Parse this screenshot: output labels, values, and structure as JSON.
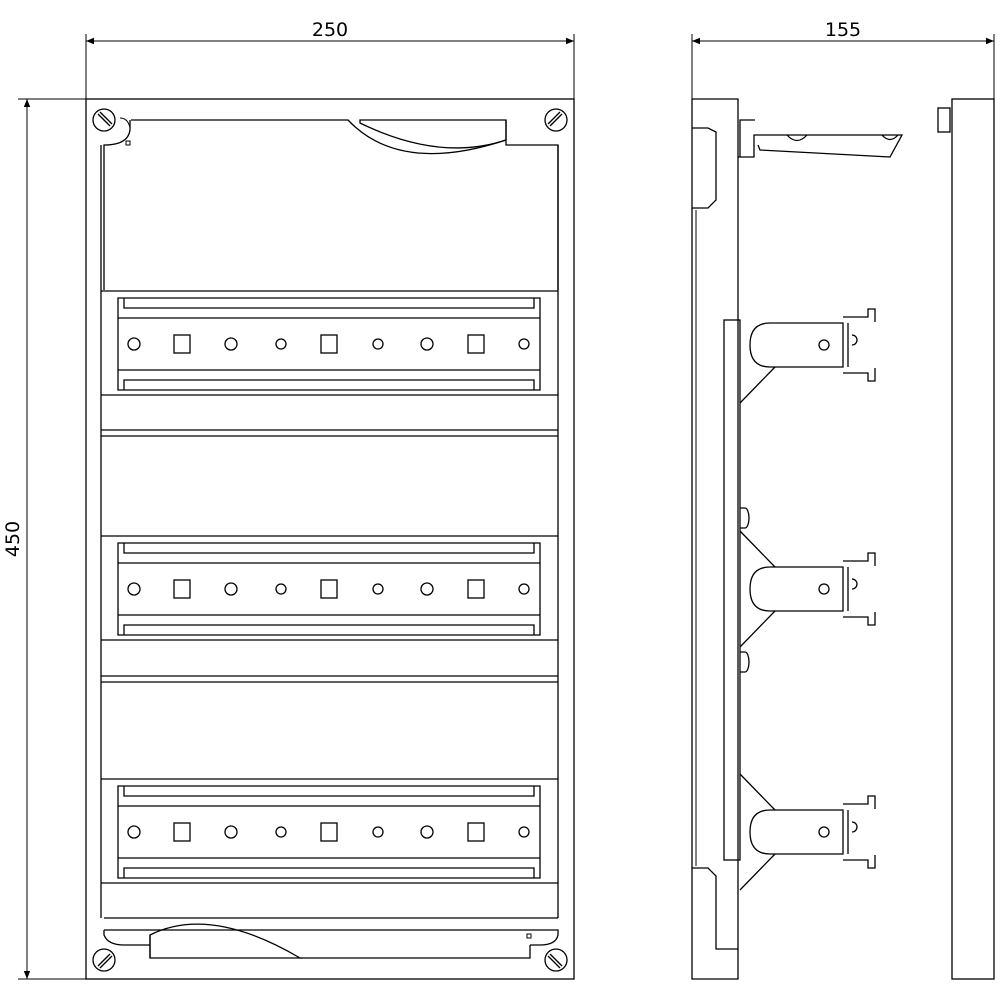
{
  "drawing": {
    "title": "",
    "dimensions": {
      "front_width": "250",
      "side_depth": "155",
      "height": "450"
    },
    "front_view": {
      "din_rails": 3,
      "rail_hole_pattern": [
        "circle",
        "square",
        "circle",
        "circle-small",
        "square",
        "circle-small",
        "circle",
        "square",
        "circle-small"
      ],
      "corner_screws": 4
    },
    "side_view": {
      "rail_brackets": 3
    },
    "colors": {
      "line": "#000000",
      "background": "#ffffff"
    }
  }
}
